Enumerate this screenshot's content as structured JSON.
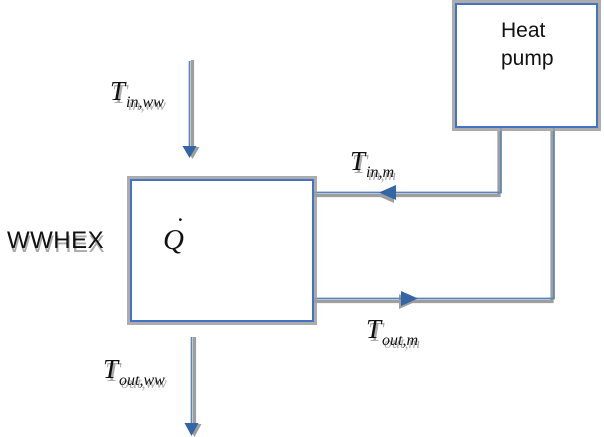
{
  "diagram": {
    "type": "process-schematic",
    "labels": {
      "wwhex": "WWHEX",
      "heat_pump": "Heat pump",
      "heat_flow": {
        "symbol": "Q",
        "dot": "˙"
      },
      "t_in_ww": {
        "base": "T",
        "sub": "in,ww"
      },
      "t_out_ww": {
        "base": "T",
        "sub": "out,ww"
      },
      "t_in_m": {
        "base": "T",
        "sub": "in,m"
      },
      "t_out_m": {
        "base": "T",
        "sub": "out,m"
      }
    },
    "colors": {
      "accent_blue": "#4472c4",
      "connector_blue": "#5b84b8",
      "coil_blue": "#4d79ae",
      "arrowhead_blue": "#3465a4",
      "heat_arrow_red": "#f40606",
      "shadow_gray": "#9e9e9e",
      "text_black": "#111111"
    }
  }
}
